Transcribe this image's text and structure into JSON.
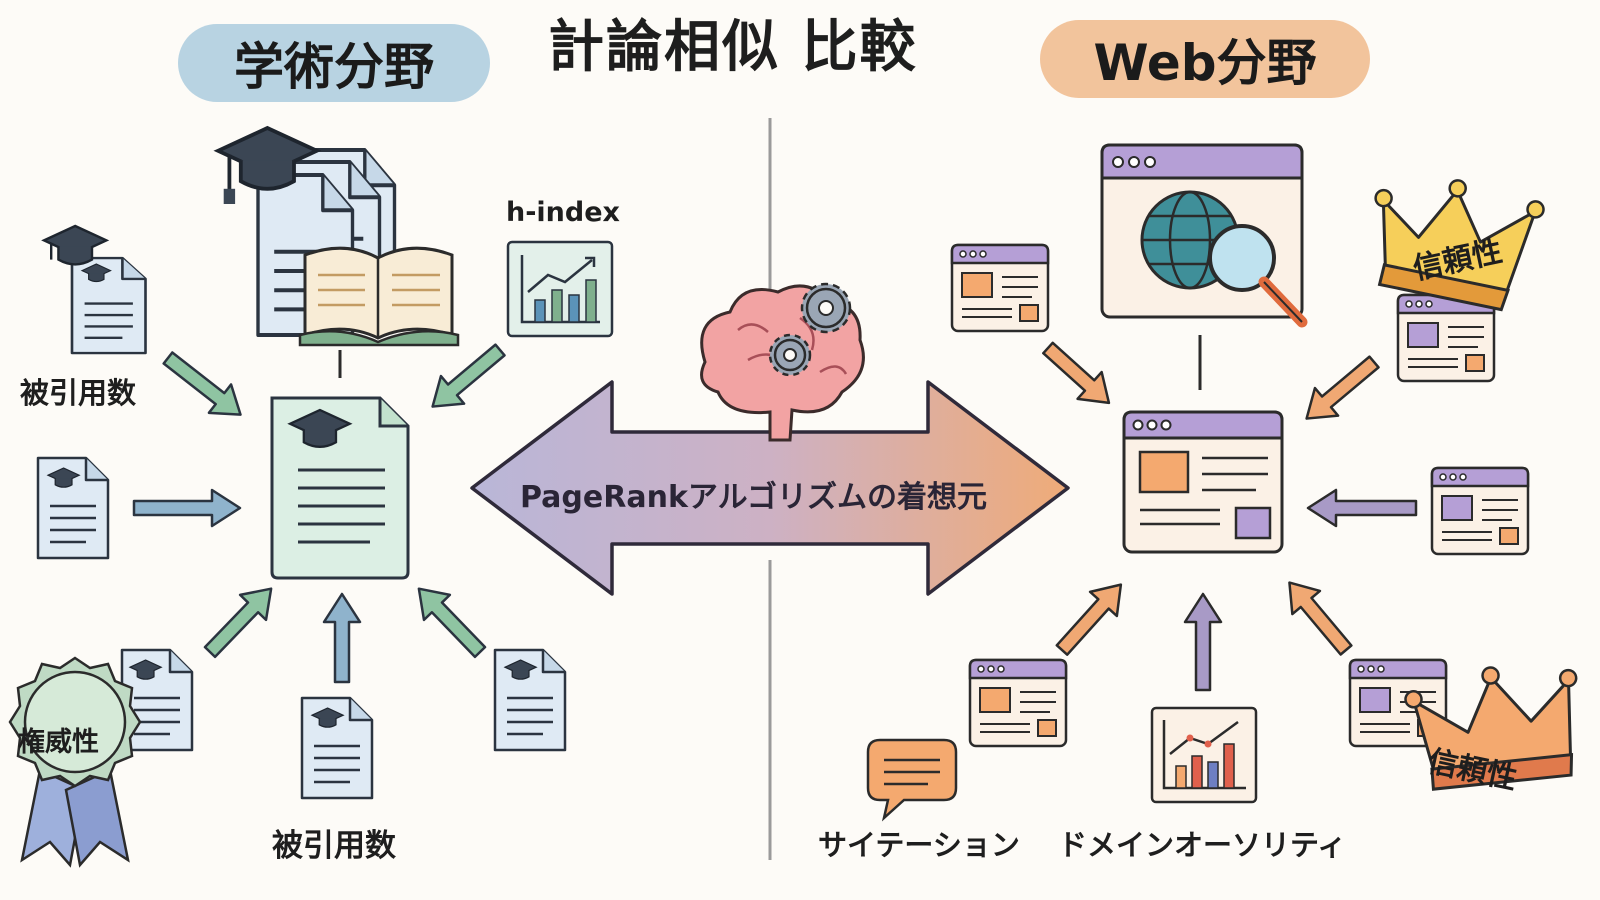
{
  "title": "計論相似 比較",
  "left_panel": {
    "heading": "学術分野",
    "hindex_label": "h-index",
    "citation_label_top": "被引用数",
    "citation_label_bottom": "被引用数",
    "authority_badge": "権威性"
  },
  "right_panel": {
    "heading": "Web分野",
    "trust_badge_1": "信頼性",
    "trust_badge_2": "信頼性",
    "citation_label": "サイテーション",
    "domain_authority_label": "ドメインオーソリティ"
  },
  "center": {
    "arrow_label": "PageRankアルゴリズムの着想元"
  },
  "colors": {
    "academic_accent": "#b8d3e2",
    "web_accent": "#f2c49c",
    "green_arrow": "#8fc4a2",
    "blue_arrow": "#8fb3cc",
    "orange_arrow": "#f0a873",
    "purple_arrow": "#a89ac6",
    "browser_bar": "#b59fd6"
  },
  "icons": [
    "graduation-cap-icon",
    "document-icon",
    "open-book-icon",
    "chart-icon",
    "brain-icon",
    "gear-icon",
    "globe-icon",
    "magnifier-icon",
    "browser-window-icon",
    "crown-icon",
    "rosette-icon",
    "speech-bubble-icon"
  ]
}
